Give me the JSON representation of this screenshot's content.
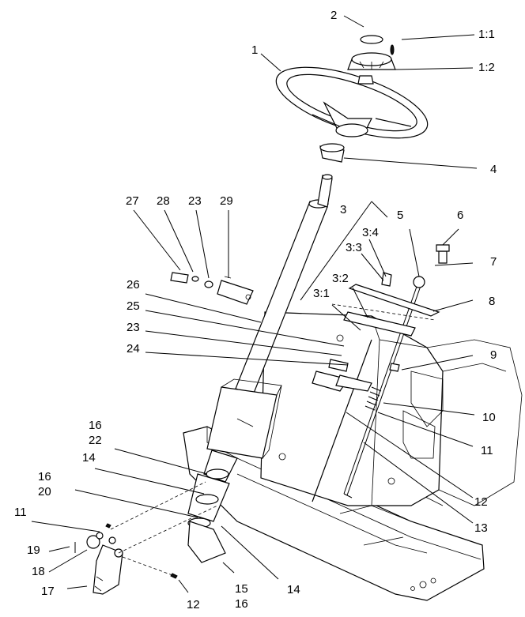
{
  "diagram": {
    "callouts": {
      "c1": "1",
      "c2": "2",
      "c1_1": "1:1",
      "c1_2": "1:2",
      "c4": "4",
      "c27": "27",
      "c28": "28",
      "c23a": "23",
      "c29": "29",
      "c3": "3",
      "c5": "5",
      "c6": "6",
      "c3_4": "3:4",
      "c3_3": "3:3",
      "c7": "7",
      "c3_2": "3:2",
      "c3_1": "3:1",
      "c26": "26",
      "c8": "8",
      "c25": "25",
      "c23b": "23",
      "c9": "9",
      "c24": "24",
      "c10": "10",
      "c11a": "11",
      "c16a": "16",
      "c22": "22",
      "c14a": "14",
      "c12a": "12",
      "c16b": "16",
      "c20": "20",
      "c13": "13",
      "c11b": "11",
      "c19": "19",
      "c18": "18",
      "c17": "17",
      "c14b": "14",
      "c12b": "12",
      "c15": "15",
      "c16c": "16"
    }
  }
}
